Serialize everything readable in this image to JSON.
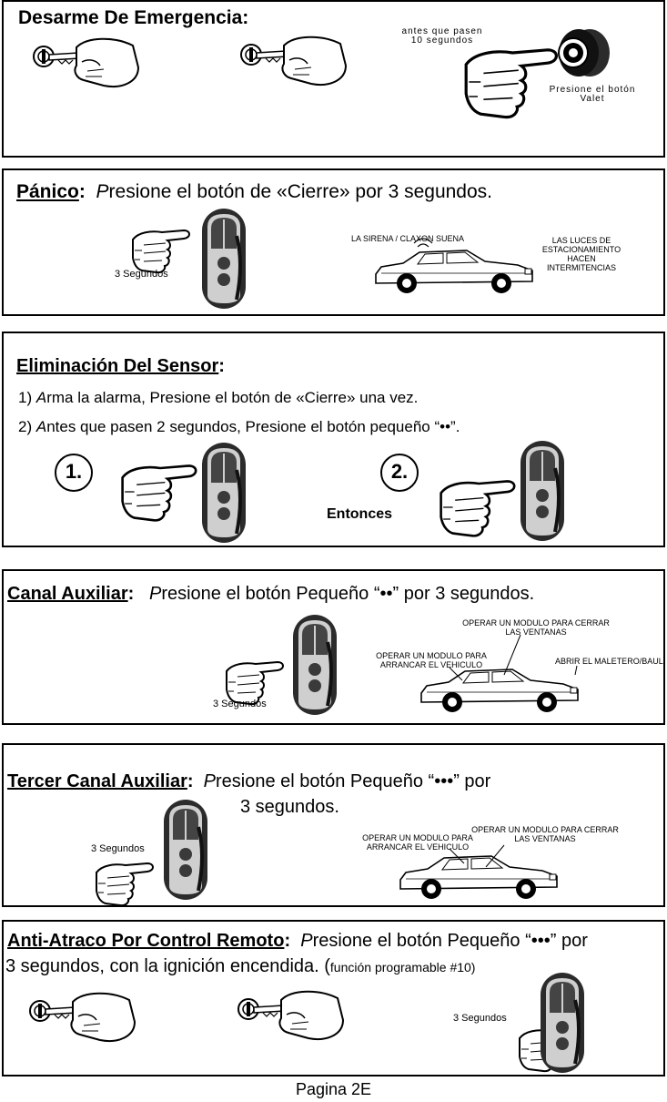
{
  "sections": {
    "desarme": {
      "title": "Desarme De Emergencia:",
      "before_label_line1": "antes  que  pasen",
      "before_label_line2": "10  segundos",
      "valet_label_line1": "Presione  el  botón",
      "valet_label_line2": "Valet"
    },
    "panico": {
      "title": "Pánico",
      "colon": ":",
      "first_letter": "P",
      "instruction_rest": "resione el botón de «Cierre» por 3 segundos.",
      "seconds": "3 Segundos",
      "siren": "LA SIRENA / CLAXON SUENA",
      "lights_1": "LAS LUCES DE",
      "lights_2": "ESTACIONAMIENTO",
      "lights_3": "HACEN",
      "lights_4": "INTERMITENCIAS"
    },
    "sensor": {
      "title": "Eliminación Del Sensor",
      "colon": ":",
      "step1_prefix": "1) ",
      "step1_first": "A",
      "step1_rest": "rma la alarma,  Presione el botón de «Cierre» una vez.",
      "step2_prefix": "2) ",
      "step2_first": "A",
      "step2_rest": "ntes que pasen 2 segundos, Presione el botón pequeño “••”.",
      "badge1": "1.",
      "badge2": "2.",
      "then": "Entonces"
    },
    "aux": {
      "title": "Canal Auxiliar",
      "colon": ":",
      "first_letter": "P",
      "instruction_rest": "resione el botón Pequeño “••”  por  3 segundos.",
      "seconds": "3 Segundos",
      "windows_1": "OPERAR UN MODULO PARA CERRAR",
      "windows_2": "LAS VENTANAS",
      "start_1": "OPERAR UN MODULO PARA",
      "start_2": "ARRANCAR EL VEHICULO",
      "trunk": "ABRIR EL MALETERO/BAUL"
    },
    "tercer": {
      "title": "Tercer Canal Auxiliar",
      "colon": ":",
      "first_letter": "P",
      "instruction_rest": "resione el botón Pequeño “•••”  por",
      "instruction_line2": "3 segundos.",
      "seconds": "3 Segundos",
      "start_1": "OPERAR UN MODULO PARA",
      "start_2": "ARRANCAR EL VEHICULO",
      "windows_1": "OPERAR UN MODULO PARA CERRAR",
      "windows_2": "LAS VENTANAS"
    },
    "antiatraco": {
      "title": "Anti-Atraco Por Control Remoto",
      "colon": ":",
      "first_letter": "P",
      "instruction_rest": "resione el botón Pequeño “•••”  por",
      "line2_main": "3 segundos, con la ignición encendida. (",
      "line2_small": "función programable #10)",
      "seconds": "3 Segundos"
    }
  },
  "page": {
    "label": "Pagina 2E"
  }
}
